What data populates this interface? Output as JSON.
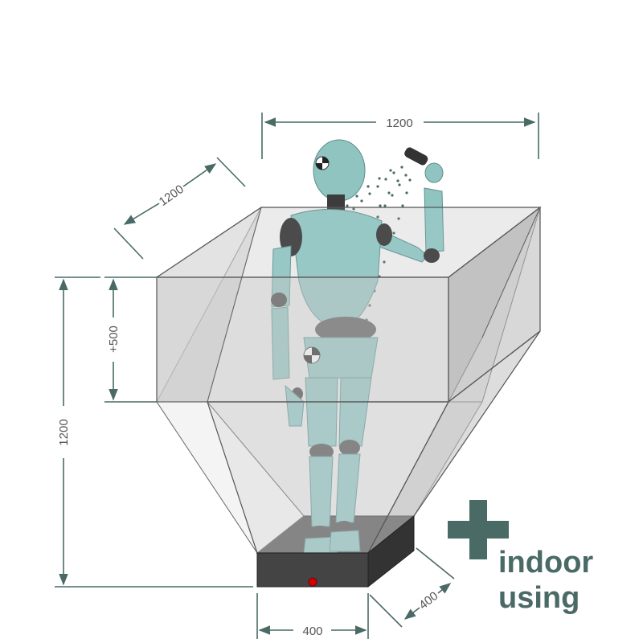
{
  "dimensions": {
    "top_width": "1200",
    "top_depth": "1200",
    "extension": "+500",
    "total_height": "1200",
    "base_width": "400",
    "base_depth": "400"
  },
  "badge": {
    "line1": "indoor",
    "line2": "using",
    "icon": "plus-icon",
    "color": "#4a6a66"
  },
  "colors": {
    "figure": "#8fc4c0",
    "figure_joint": "#3c3c3c",
    "base": "#444444",
    "indicator": "#d40000",
    "dimension_line": "#4a6a66"
  }
}
